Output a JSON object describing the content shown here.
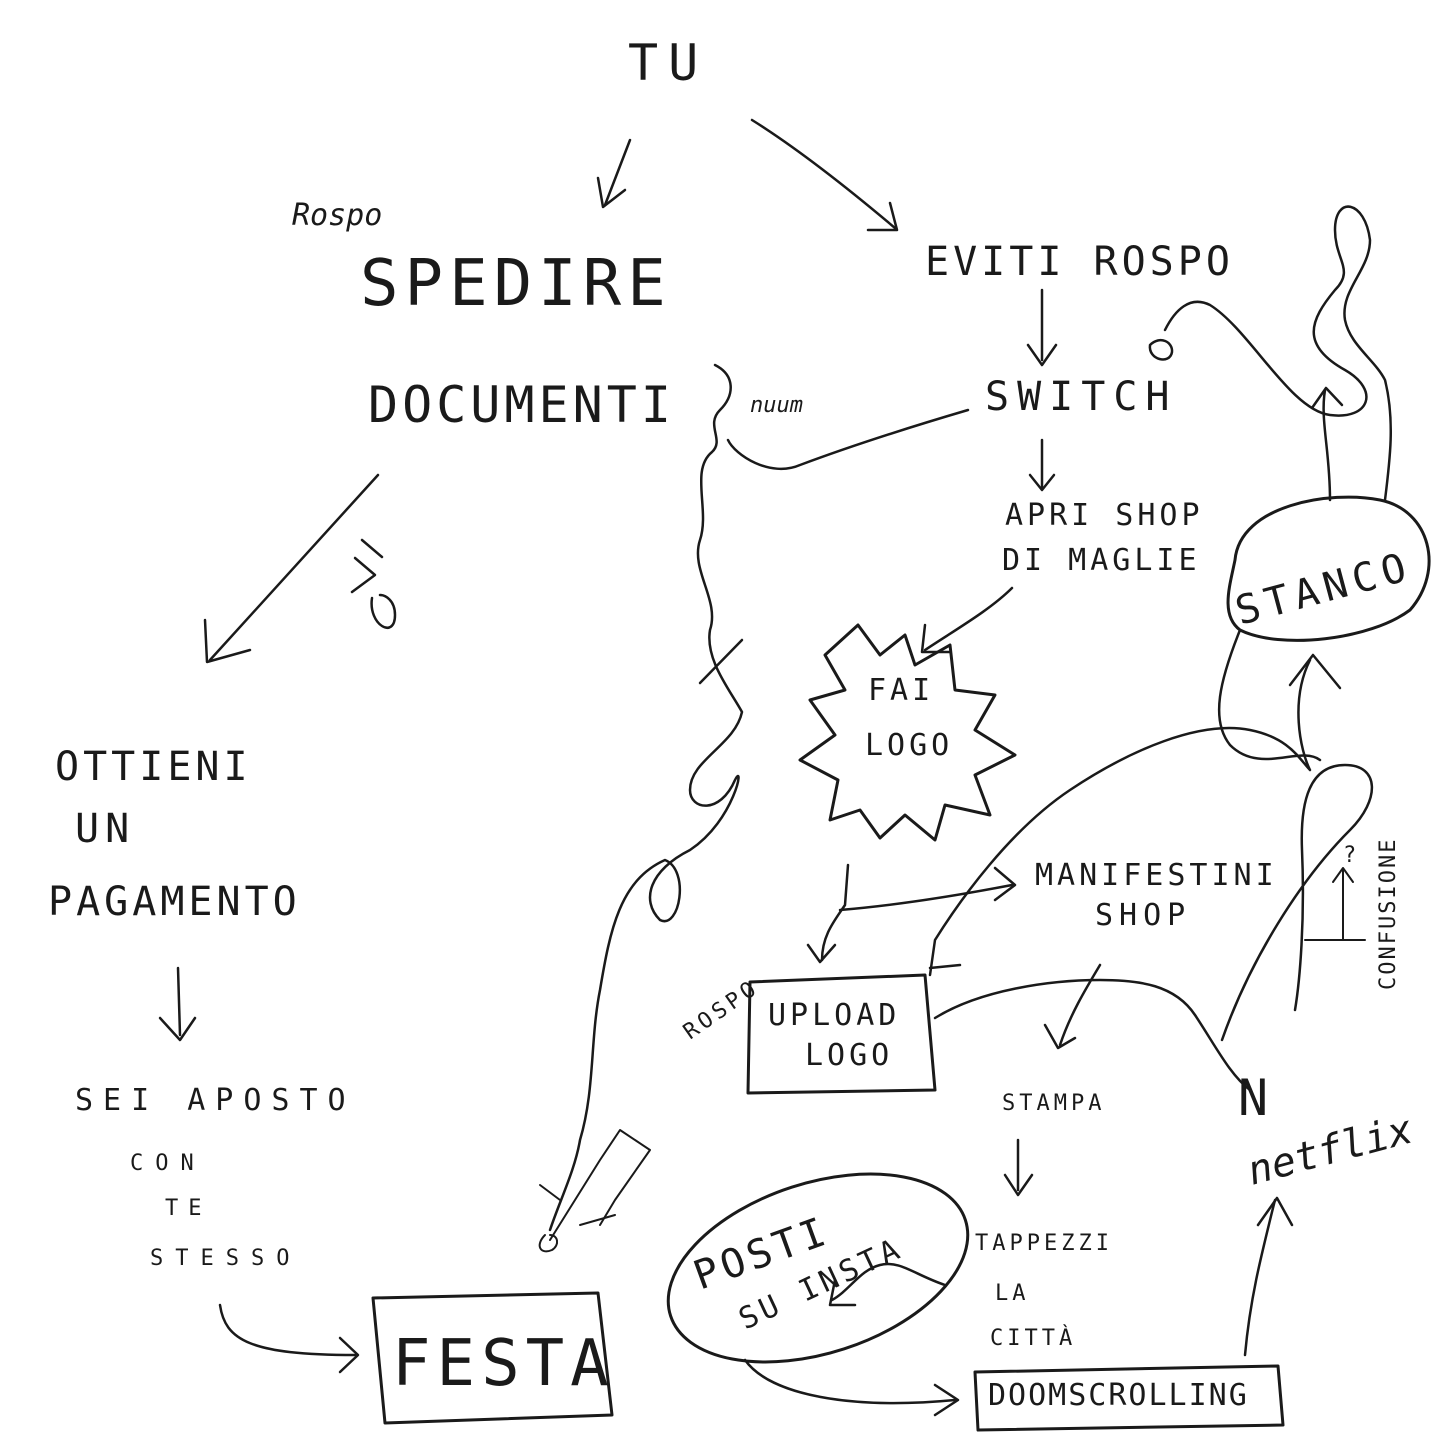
{
  "diagram": {
    "nodes": {
      "tu": "TU",
      "rospo_top": "Rospo",
      "spedire": "SPEDIRE",
      "documenti": "DOCUMENTI",
      "nuum": "nuum",
      "eviti_rospo": "EVITI ROSPO",
      "switch": "SWITCH",
      "apri_shop_1": "APRI SHOP",
      "apri_shop_2": "DI MAGLIE",
      "fai": "FAI",
      "logo": "LOGO",
      "ottieni": "OTTIENI",
      "un": "UN",
      "pagamento": "PAGAMENTO",
      "sei_aposto": "SEI APOSTO",
      "con": "CON",
      "te": "TE",
      "stesso": "STESSO",
      "festa": "FESTA",
      "manifestini": "MANIFESTINI",
      "shop": "SHOP",
      "rospo_mid": "ROSPO",
      "upload": "UPLOAD",
      "upload_logo": "LOGO",
      "stampa": "STAMPA",
      "tappezzi": "TAPPEZZI",
      "la": "LA",
      "citta": "CITTÀ",
      "posti": "POSTI",
      "su_insta": "SU INSTA",
      "doomscrolling": "DOOMSCROLLING",
      "netflix_n": "N",
      "netflix": "netflix",
      "stanco": "STANCO",
      "confusione": "CONFUSIONE",
      "question": "?"
    }
  }
}
